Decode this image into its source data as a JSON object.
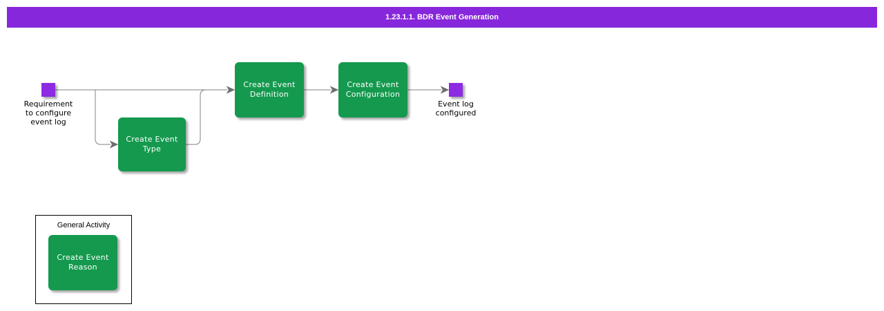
{
  "title_bar": {
    "label": "1.23.1.1. BDR Event Generation",
    "bg_color": "#8627DB",
    "text_color": "#ffffff"
  },
  "colors": {
    "task_green": "#14994E",
    "event_purple": "#8C2BE2",
    "connector_gray": "#808080",
    "group_border": "#000000"
  },
  "events": {
    "start": {
      "label": "Requirement\nto configure\nevent log"
    },
    "end": {
      "label": "Event log\nconfigured"
    }
  },
  "tasks": {
    "create_event_type": {
      "label": "Create Event\nType"
    },
    "create_event_definition": {
      "label": "Create Event\nDefinition"
    },
    "create_event_configuration": {
      "label": "Create Event\nConfiguration"
    },
    "create_event_reason": {
      "label": "Create Event\nReason"
    }
  },
  "general_activity": {
    "label": "General Activity"
  }
}
